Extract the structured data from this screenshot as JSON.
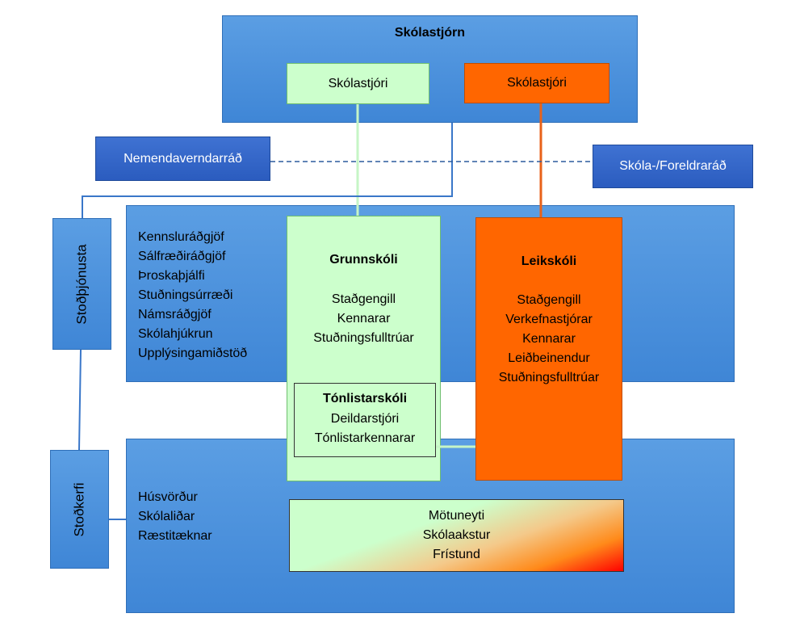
{
  "board": {
    "title": "Skólastjórn",
    "principal_left": "Skólastjóri",
    "principal_right": "Skólastjóri"
  },
  "side_left": "Nemendaverndarráð",
  "side_right": "Skóla-/Foreldraráð",
  "support_services": {
    "label": "Stoðþjónusta",
    "items": [
      "Kennsluráðgjöf",
      "Sálfræðiráðgjöf",
      "Þroskaþjálfi",
      "Stuðningsúrræði",
      "Námsráðgjöf",
      "Skólahjúkrun",
      "Upplýsingamiðstöð"
    ]
  },
  "support_system": {
    "label": "Stoðkerfi",
    "items": [
      "Húsvörður",
      "Skólaliðar",
      "Ræstitæknar"
    ]
  },
  "grunnskoli": {
    "title": "Grunnskóli",
    "items": [
      "Staðgengill",
      "Kennarar",
      "Stuðningsfulltrúar"
    ]
  },
  "tonlistarskoli": {
    "title": "Tónlistarskóli",
    "items": [
      "Deildarstjóri",
      "Tónlistarkennarar"
    ]
  },
  "leikskoli": {
    "title": "Leikskóli",
    "items": [
      "Staðgengill",
      "Verkefnastjórar",
      "Kennarar",
      "Leiðbeinendur",
      "Stuðningsfulltrúar"
    ]
  },
  "shared": {
    "items": [
      "Mötuneyti",
      "Skólaakstur",
      "Frístund"
    ]
  },
  "colors": {
    "blue": "#4a90dd",
    "dark_blue": "#3567c8",
    "light_green": "#ccffcc",
    "orange": "#ff6600",
    "red": "#ff0000"
  }
}
